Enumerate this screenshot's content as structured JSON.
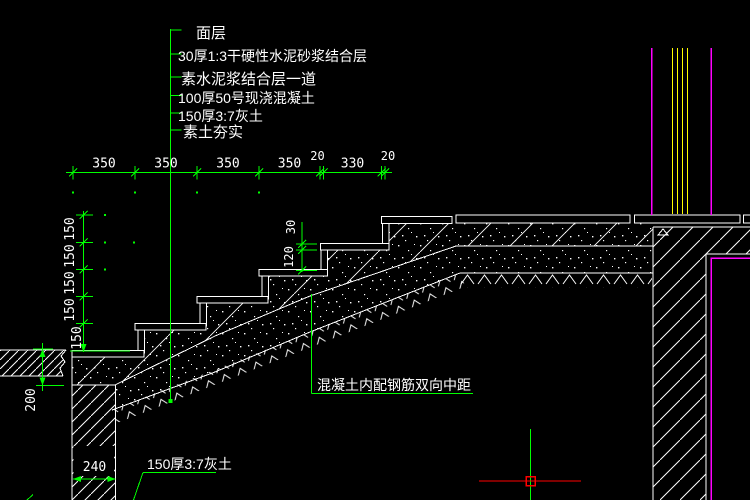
{
  "viewport": {
    "background": "#000000"
  },
  "colors": {
    "drawing_line": "#ffffff",
    "dimension": "#00ff00",
    "frame_magenta": "#ff00ff",
    "frame_yellow": "#ffff00",
    "cursor_horizontal": "#ff0000",
    "cursor_vertical": "#00ff00",
    "pickbox": "#ff0000"
  },
  "layer_callout": {
    "items": [
      "面层",
      "30厚1:3干硬性水泥砂浆结合层",
      "素水泥浆结合层一道",
      "100厚50号现浇混凝土",
      "150厚3:7灰土",
      "素土夯实"
    ]
  },
  "dimensions": {
    "top_row": [
      "350",
      "350",
      "350",
      "350",
      "20",
      "330",
      "20"
    ],
    "riser_heights": [
      "150",
      "150",
      "150",
      "150",
      "150"
    ],
    "tread_finish": "30",
    "riser_clear": "120",
    "walkway_depth": "200",
    "wall_width": "240"
  },
  "labels": {
    "rebar_note": "混凝土内配钢筋双向中距",
    "lime_soil_note": "150厚3:7灰土"
  }
}
